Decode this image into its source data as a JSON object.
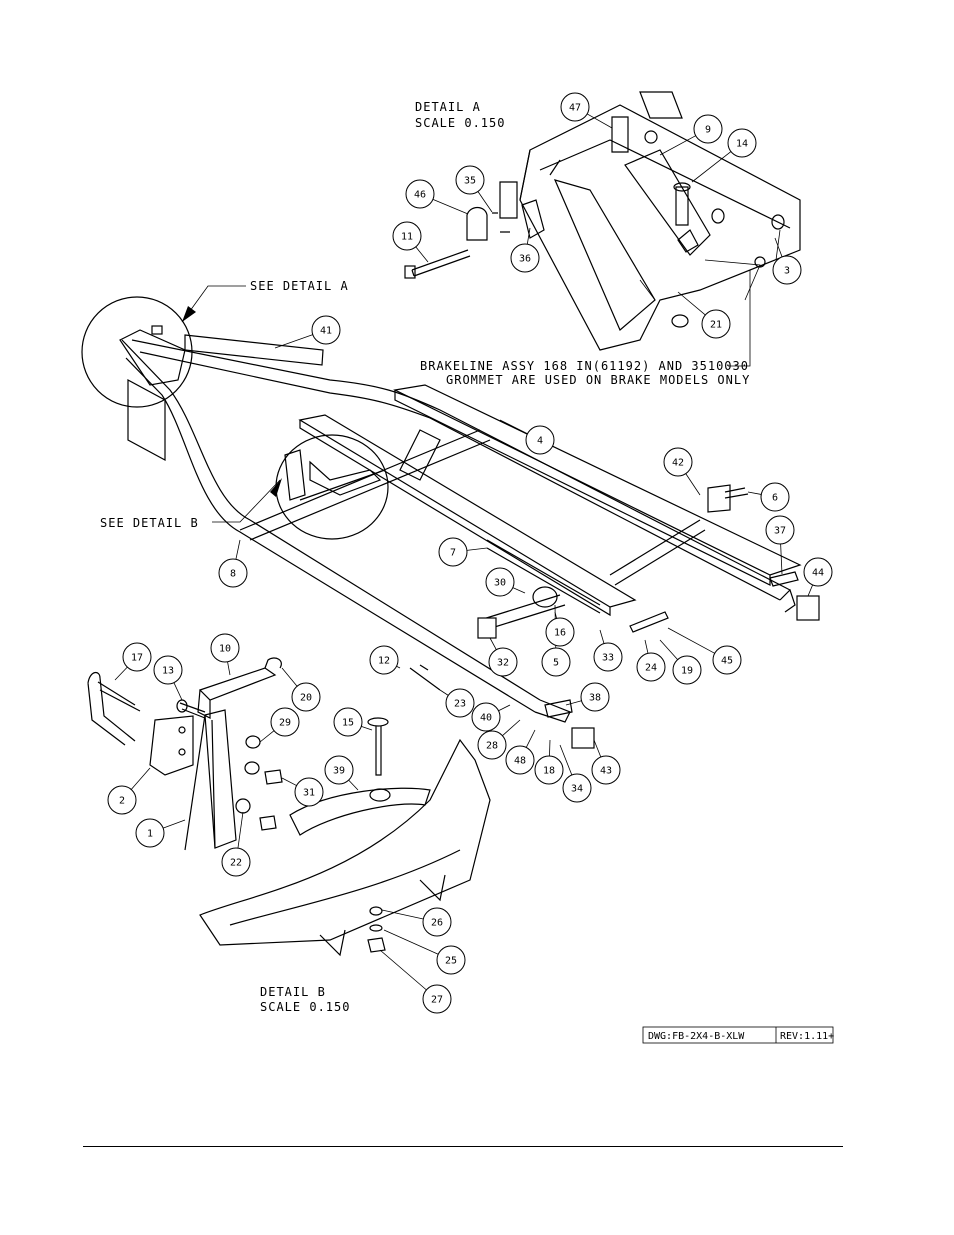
{
  "detail_a": {
    "title": "DETAIL  A",
    "scale": "SCALE  0.150"
  },
  "detail_b": {
    "title": "DETAIL  B",
    "scale": "SCALE  0.150"
  },
  "see_detail_a": "SEE DETAIL  A",
  "see_detail_b": "SEE DETAIL  B",
  "brake_note": {
    "line1": "BRAKELINE ASSY 168 IN(61192) AND 3510030",
    "line2": "GROMMET ARE USED ON BRAKE MODELS ONLY"
  },
  "title_block": {
    "dwg": "DWG:FB-2X4-B-XLW",
    "rev": "REV:1.11+"
  },
  "callouts": [
    {
      "id": "c47",
      "n": "47"
    },
    {
      "id": "c9",
      "n": "9"
    },
    {
      "id": "c14",
      "n": "14"
    },
    {
      "id": "c35",
      "n": "35"
    },
    {
      "id": "c46",
      "n": "46"
    },
    {
      "id": "c11",
      "n": "11"
    },
    {
      "id": "c36",
      "n": "36"
    },
    {
      "id": "c3",
      "n": "3"
    },
    {
      "id": "c21",
      "n": "21"
    },
    {
      "id": "c41",
      "n": "41"
    },
    {
      "id": "c4",
      "n": "4"
    },
    {
      "id": "c42",
      "n": "42"
    },
    {
      "id": "c6",
      "n": "6"
    },
    {
      "id": "c37",
      "n": "37"
    },
    {
      "id": "c44",
      "n": "44"
    },
    {
      "id": "c7",
      "n": "7"
    },
    {
      "id": "c8",
      "n": "8"
    },
    {
      "id": "c30",
      "n": "30"
    },
    {
      "id": "c16",
      "n": "16"
    },
    {
      "id": "c5",
      "n": "5"
    },
    {
      "id": "c33",
      "n": "33"
    },
    {
      "id": "c24",
      "n": "24"
    },
    {
      "id": "c19",
      "n": "19"
    },
    {
      "id": "c45",
      "n": "45"
    },
    {
      "id": "c32",
      "n": "32"
    },
    {
      "id": "c17",
      "n": "17"
    },
    {
      "id": "c10",
      "n": "10"
    },
    {
      "id": "c13",
      "n": "13"
    },
    {
      "id": "c20",
      "n": "20"
    },
    {
      "id": "c12",
      "n": "12"
    },
    {
      "id": "c23",
      "n": "23"
    },
    {
      "id": "c38",
      "n": "38"
    },
    {
      "id": "c29",
      "n": "29"
    },
    {
      "id": "c15",
      "n": "15"
    },
    {
      "id": "c40",
      "n": "40"
    },
    {
      "id": "c28",
      "n": "28"
    },
    {
      "id": "c2",
      "n": "2"
    },
    {
      "id": "c31",
      "n": "31"
    },
    {
      "id": "c39",
      "n": "39"
    },
    {
      "id": "c48",
      "n": "48"
    },
    {
      "id": "c18",
      "n": "18"
    },
    {
      "id": "c43",
      "n": "43"
    },
    {
      "id": "c34",
      "n": "34"
    },
    {
      "id": "c1",
      "n": "1"
    },
    {
      "id": "c22",
      "n": "22"
    },
    {
      "id": "c26",
      "n": "26"
    },
    {
      "id": "c25",
      "n": "25"
    },
    {
      "id": "c27",
      "n": "27"
    }
  ]
}
